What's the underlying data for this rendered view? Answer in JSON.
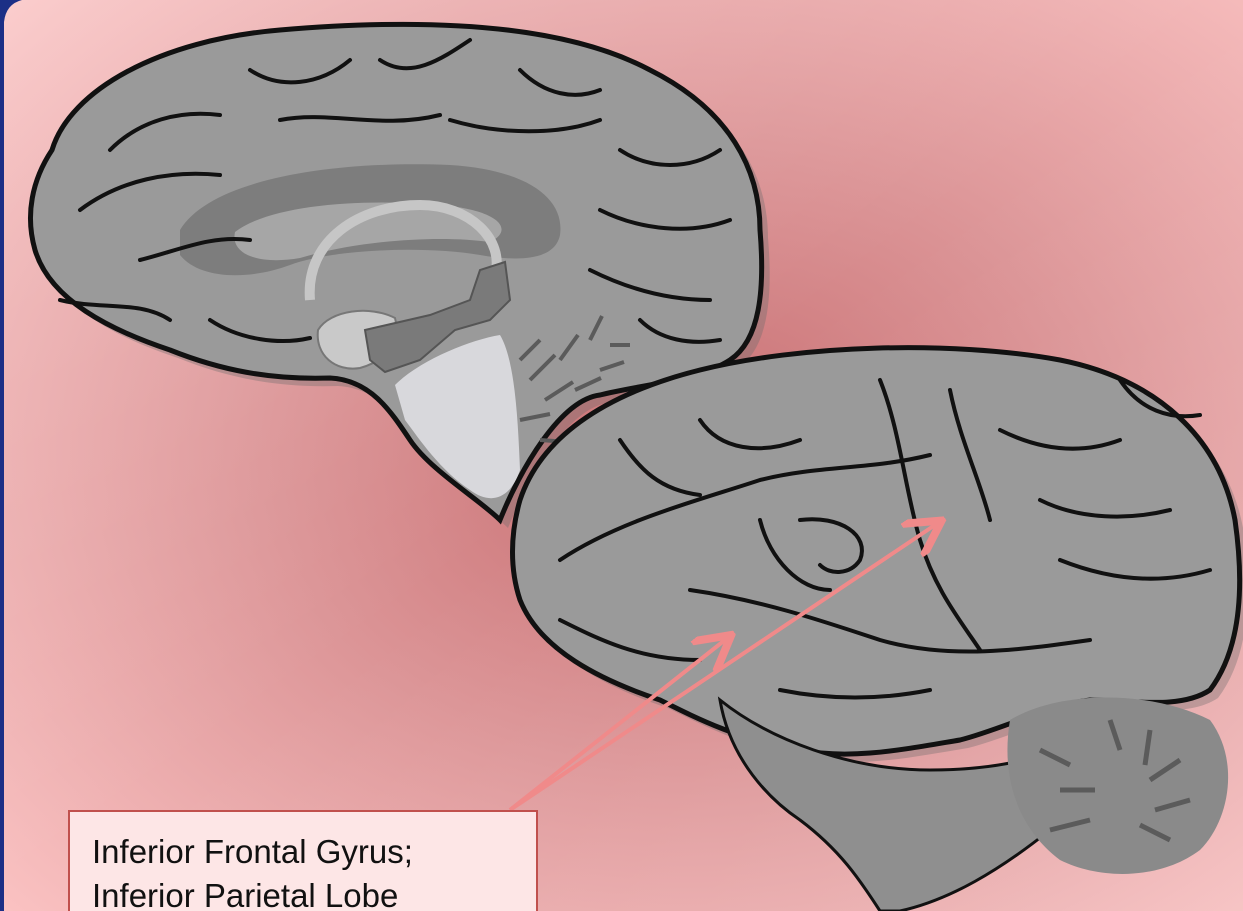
{
  "colors": {
    "background_center": "#d98a8a",
    "background_edge": "#fbbfbf",
    "frame": "#1c2f86",
    "brain_fill": "#9a9a9a",
    "sulcus_line": "#111111",
    "arrow": "#f08a8a",
    "label_fill": "#fde6e6",
    "label_border": "#c0504d"
  },
  "illustration": {
    "medial_view": "medial-brain-section",
    "lateral_view": "lateral-brain-view"
  },
  "label": {
    "line1": "Inferior Frontal Gyrus;",
    "line2": "Inferior Parietal Lobe"
  }
}
